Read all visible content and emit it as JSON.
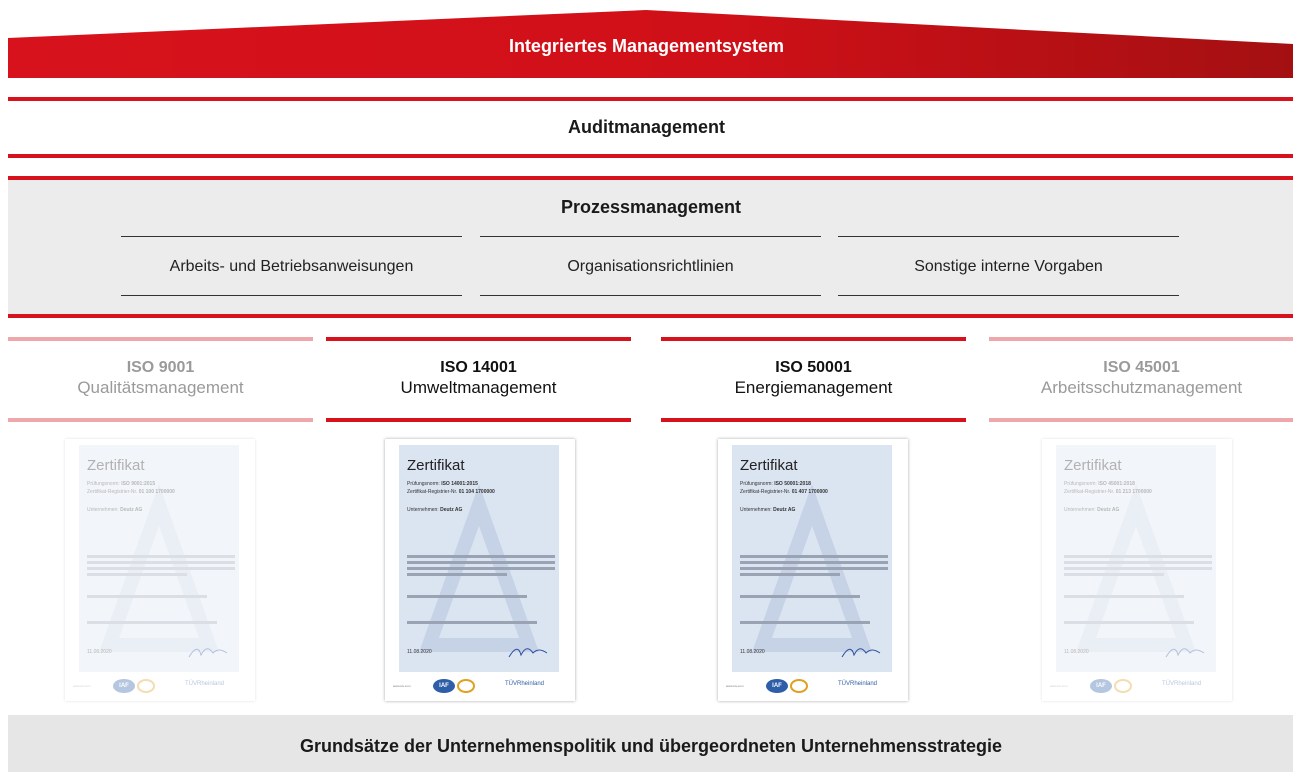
{
  "roof": {
    "title": "Integriertes Managementsystem"
  },
  "audit": {
    "title": "Auditmanagement"
  },
  "process": {
    "title": "Prozessmanagement",
    "items": [
      "Arbeits- und Betriebsanweisungen",
      "Organisationsrichtlinien",
      "Sonstige interne Vorgaben"
    ]
  },
  "iso": [
    {
      "code": "ISO 9001",
      "name": "Qualitätsmanagement",
      "active": false
    },
    {
      "code": "ISO 14001",
      "name": "Umweltmanagement",
      "active": true
    },
    {
      "code": "ISO 50001",
      "name": "Energiemanagement",
      "active": true
    },
    {
      "code": "ISO 45001",
      "name": "Arbeitsschutzmanagement",
      "active": false
    }
  ],
  "certificates": [
    {
      "title": "Zertifikat",
      "standard": "ISO 9001:2015",
      "reg": "01 100 1700000",
      "company": "Deutz AG"
    },
    {
      "title": "Zertifikat",
      "standard": "ISO 14001:2015",
      "reg": "01 104 1700000",
      "company": "Deutz AG"
    },
    {
      "title": "Zertifikat",
      "standard": "ISO 50001:2018",
      "reg": "01 407 1700000",
      "company": "Deutz AG"
    },
    {
      "title": "Zertifikat",
      "standard": "ISO 45001:2018",
      "reg": "01 213 1700000",
      "company": "Deutz AG"
    }
  ],
  "cert_labels": {
    "pruefnorm": "Prüfungsnorm:",
    "regnr": "Zertifikat-Registrier-Nr.",
    "unternehmen": "Unternehmen:",
    "date": "11.08.2020",
    "tuv": "TÜVRheinland",
    "iaf": "IAF"
  },
  "colors": {
    "brand_red": "#d7121c",
    "dim_red": "#eea8ac",
    "gray_box": "#ececec"
  },
  "bottom": {
    "title": "Grundsätze der Unternehmenspolitik und übergeordneten Unternehmensstrategie"
  }
}
